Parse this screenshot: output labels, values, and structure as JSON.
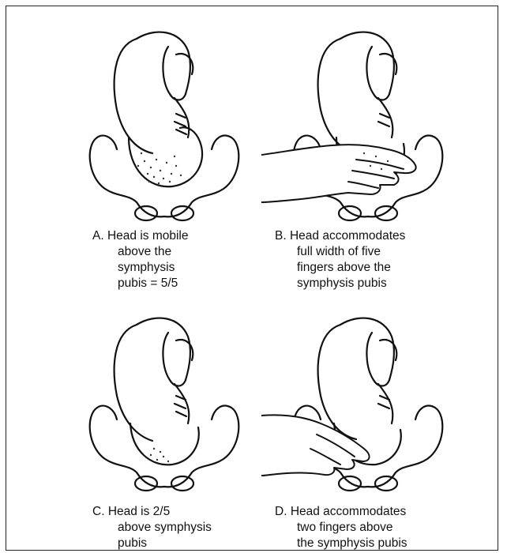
{
  "panels": [
    {
      "letter": "A.",
      "lines": [
        "Head is mobile",
        "above the",
        "symphysis",
        "pubis = 5/5"
      ],
      "hand": false,
      "shading": "heavy"
    },
    {
      "letter": "B.",
      "lines": [
        "Head accommodates",
        "full width of five",
        "fingers above the",
        "symphysis pubis"
      ],
      "hand": true,
      "shading": "none"
    },
    {
      "letter": "C.",
      "lines": [
        "Head is 2/5",
        "above symphysis",
        "pubis"
      ],
      "hand": false,
      "shading": "light"
    },
    {
      "letter": "D.",
      "lines": [
        "Head accommodates",
        "two fingers above",
        "the symphysis pubis"
      ],
      "hand": true,
      "shading": "none"
    }
  ]
}
